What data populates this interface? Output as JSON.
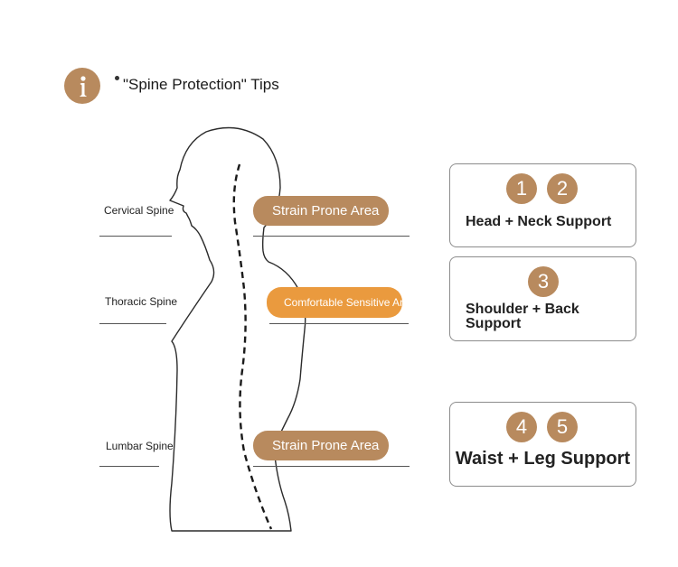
{
  "header": {
    "title": "\"Spine Protection\" Tips",
    "icon": "info-icon",
    "accent_color": "#b88a5e"
  },
  "diagram": {
    "labels": {
      "cervical": "Cervical Spine",
      "thoracic": "Thoracic Spine",
      "lumbar": "Lumbar Spine"
    },
    "zones": {
      "upper": "Strain Prone Area",
      "middle": "Comfortable Sensitive Area",
      "lower": "Strain Prone Area"
    },
    "colors": {
      "strain": "#b88a5e",
      "comfortable": "#ea9a3e"
    }
  },
  "cards": [
    {
      "numbers": [
        "1",
        "2"
      ],
      "label": "Head + Neck Support"
    },
    {
      "numbers": [
        "3"
      ],
      "label": "Shoulder + Back Support"
    },
    {
      "numbers": [
        "4",
        "5"
      ],
      "label": "Waist + Leg Support"
    }
  ]
}
